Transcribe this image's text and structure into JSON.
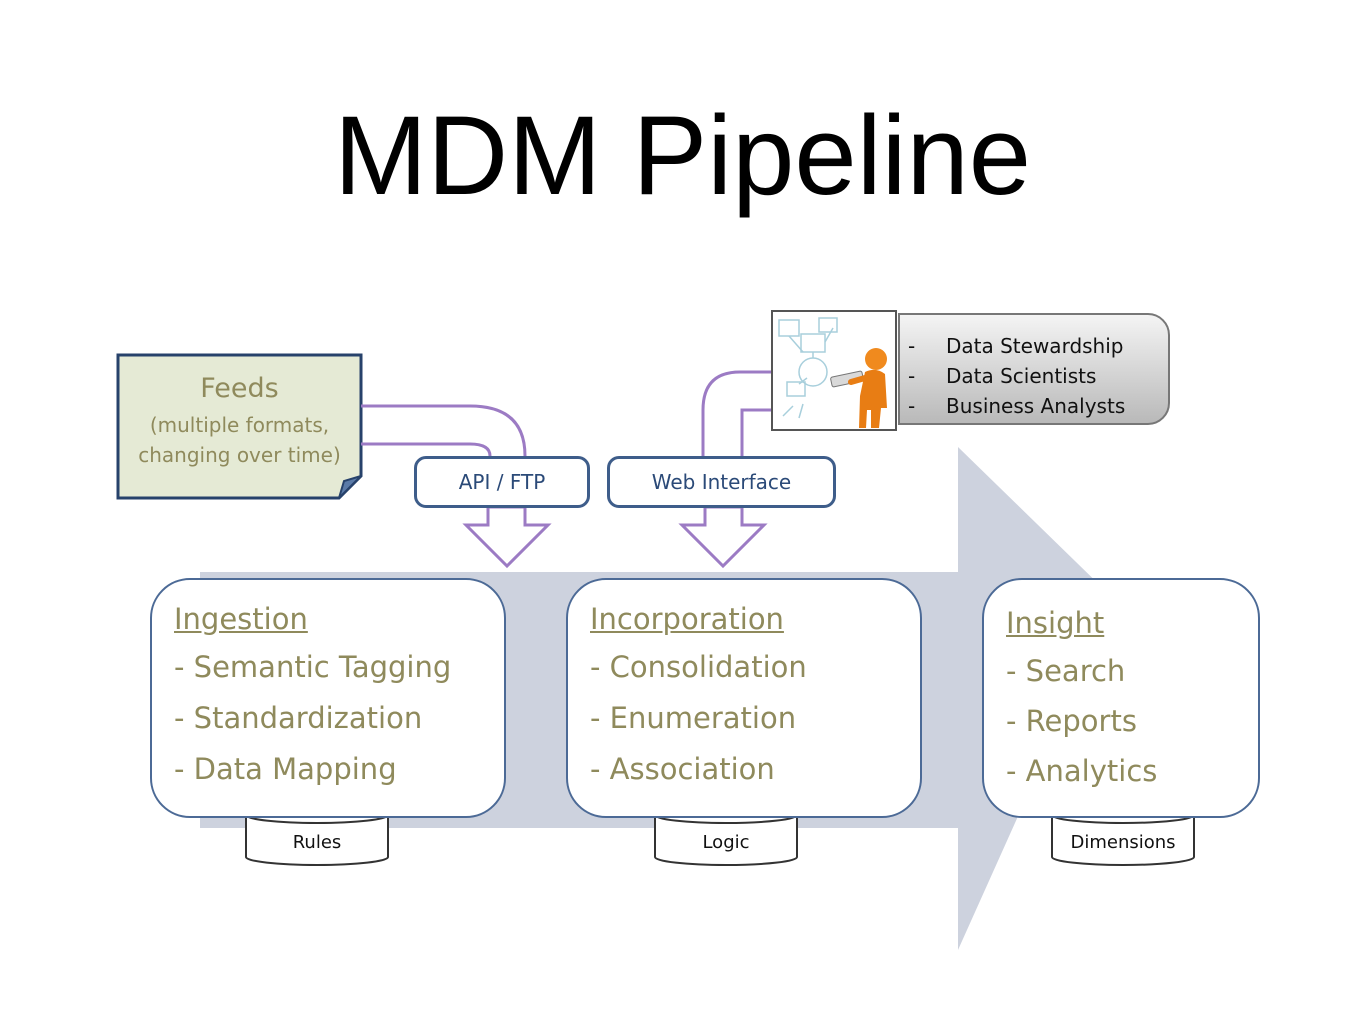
{
  "title": "MDM Pipeline",
  "feeds": {
    "heading": "Feeds",
    "sub": "(multiple formats, changing over time)"
  },
  "channels": [
    {
      "label": "API / FTP"
    },
    {
      "label": "Web Interface"
    }
  ],
  "roles": [
    "Data Stewardship",
    "Data Scientists",
    "Business Analysts"
  ],
  "stages": [
    {
      "heading": "Ingestion",
      "items": [
        "- Semantic Tagging",
        "- Standardization",
        "- Data Mapping"
      ],
      "store": "Rules"
    },
    {
      "heading": "Incorporation",
      "items": [
        "- Consolidation",
        "- Enumeration",
        "- Association"
      ],
      "store": "Logic"
    },
    {
      "heading": "Insight",
      "items": [
        "- Search",
        "- Reports",
        "- Analytics"
      ],
      "store": "Dimensions"
    }
  ],
  "colors": {
    "arrow": "#cdd2de",
    "stage_text": "#8f8a5c",
    "border_blue": "#4c6a96",
    "connector_purple": "#9c7bc4",
    "figure_orange": "#f08a1e",
    "feeds_fill": "#e5ead5"
  },
  "icons": [
    "person-with-clipboard-icon",
    "database-cylinder-icon"
  ]
}
